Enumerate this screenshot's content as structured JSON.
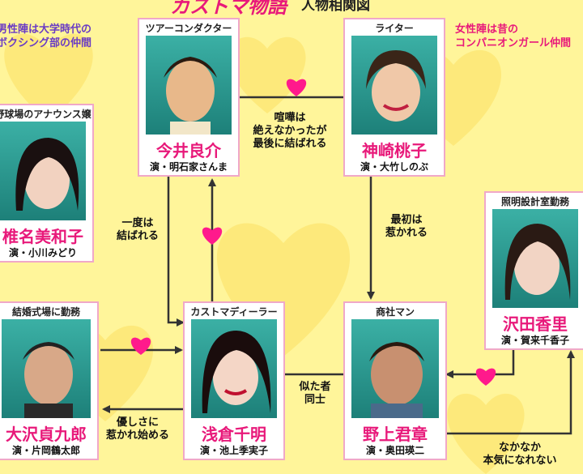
{
  "header": {
    "logo_text": "カストマ物語",
    "subtitle": "人物相関図"
  },
  "notes": {
    "left": "男性陣は大学時代の\nボクシング部の仲間",
    "right": "女性陣は昔の\nコンパニオンガール仲間"
  },
  "characters": {
    "imai": {
      "role": "ツアーコンダクター",
      "name": "今井良介",
      "actor": "演・明石家さんま"
    },
    "kanzaki": {
      "role": "ライター",
      "name": "神崎桃子",
      "actor": "演・大竹しのぶ"
    },
    "shiina": {
      "role": "野球場のアナウンス嬢",
      "name": "椎名美和子",
      "actor": "演・小川みどり"
    },
    "sawada": {
      "role": "照明設計室勤務",
      "name": "沢田香里",
      "actor": "演・賀来千香子"
    },
    "osawa": {
      "role": "結婚式場に勤務",
      "name": "大沢貞九郎",
      "actor": "演・片岡鶴太郎"
    },
    "asakura": {
      "role": "カストマディーラー",
      "name": "浅倉千明",
      "actor": "演・池上季実子"
    },
    "nogami": {
      "role": "商社マン",
      "name": "野上君章",
      "actor": "演・奥田瑛二"
    }
  },
  "relations": {
    "imai_kanzaki": "喧嘩は\n絶えなかったが\n最後に結ばれる",
    "imai_asakura": "一度は\n結ばれる",
    "kanzaki_nogami": "最初は\n惹かれる",
    "asakura_nogami": "似た者\n同士",
    "asakura_osawa": "優しさに\n惹かれ始める",
    "nogami_sawada": "なかなか\n本気になれない"
  },
  "colors": {
    "background": "#fff59a",
    "heart": "#ff1a8c",
    "name": "#e8197a",
    "card_border": "#f0a8c8",
    "photo": "#2aa39a"
  }
}
